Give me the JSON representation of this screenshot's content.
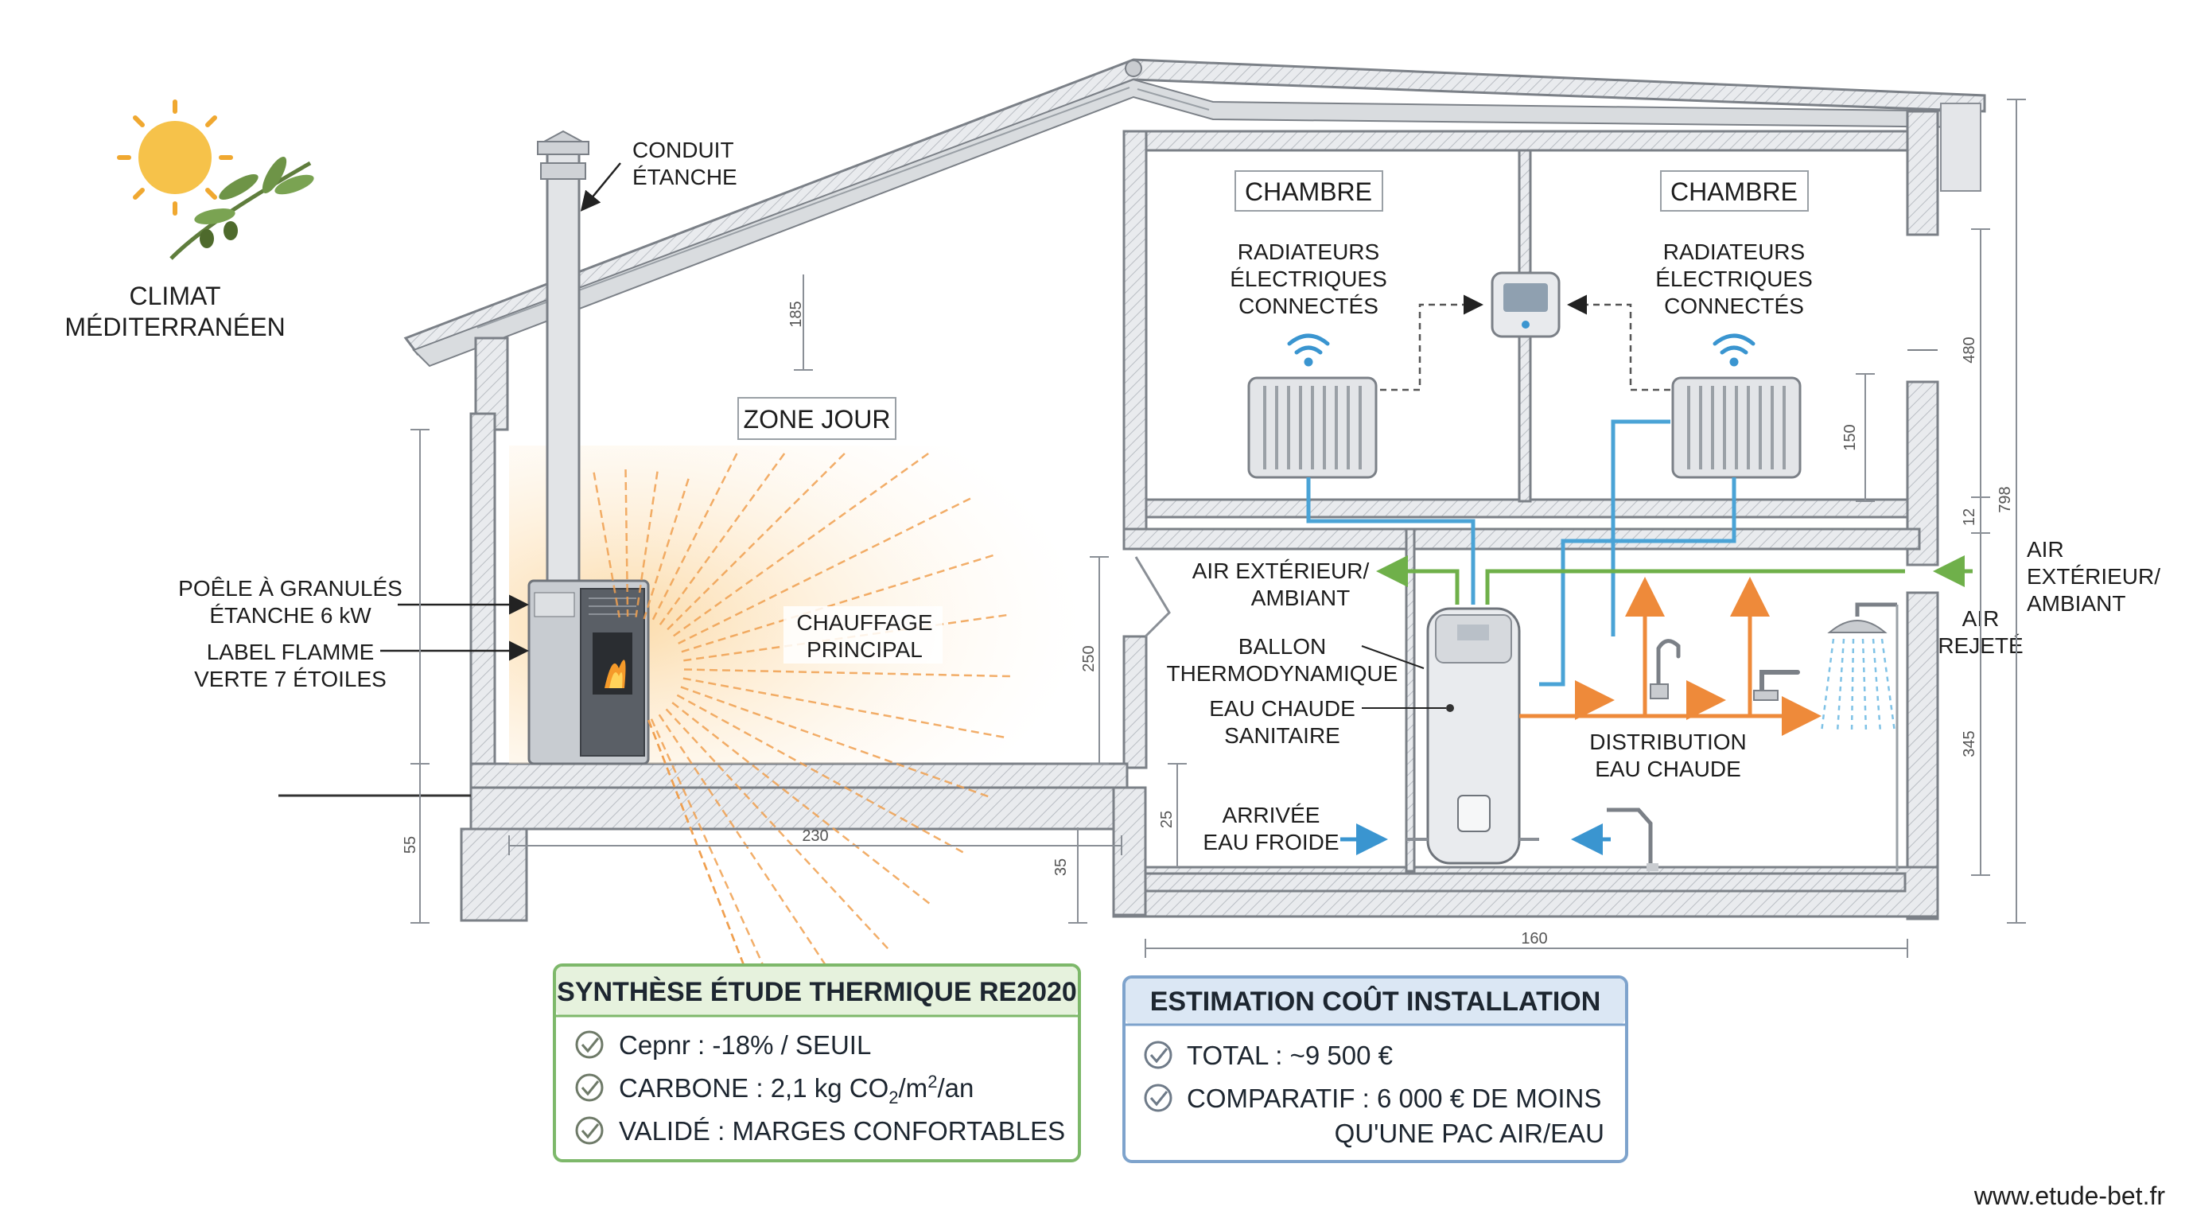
{
  "climate": {
    "line1": "CLIMAT",
    "line2": "MÉDITERRANÉEN"
  },
  "labels": {
    "conduit": [
      "CONDUIT",
      "ÉTANCHE"
    ],
    "zone_jour": "ZONE JOUR",
    "chambre_left": "CHAMBRE",
    "chambre_right": "CHAMBRE",
    "radiateurs_left": [
      "RADIATEURS",
      "ÉLECTRIQUES",
      "CONNECTÉS"
    ],
    "radiateurs_right": [
      "RADIATEURS",
      "ÉLECTRIQUES",
      "CONNECTÉS"
    ],
    "poele": [
      "POÊLE À GRANULÉS",
      "ÉTANCHE 6 kW"
    ],
    "label_flamme": [
      "LABEL FLAMME",
      "VERTE 7 ÉTOILES"
    ],
    "chauffage": [
      "CHAUFFAGE",
      "PRINCIPAL"
    ],
    "air_ext_left": [
      "AIR EXTÉRIEUR/",
      "AMBIANT"
    ],
    "ballon": [
      "BALLON",
      "THERMODYNAMIQUE"
    ],
    "eau_chaude": [
      "EAU CHAUDE",
      "SANITAIRE"
    ],
    "arrivee": [
      "ARRIVÉE",
      "EAU FROIDE"
    ],
    "distribution": [
      "DISTRIBUTION",
      "EAU CHAUDE"
    ],
    "air_ext_right": [
      "AIR",
      "EXTÉRIEUR/",
      "AMBIANT"
    ],
    "air_rejete": [
      "AIR",
      "REJETÉ"
    ]
  },
  "dimensions": {
    "d185": "185",
    "d250": "250",
    "d230": "230",
    "d55": "55",
    "d35": "35",
    "d25": "25",
    "d150": "150",
    "d160": "160",
    "d480": "480",
    "d12": "12",
    "d798": "798",
    "d345": "345"
  },
  "synthese": {
    "title": "SYNTHÈSE ÉTUDE THERMIQUE RE2020",
    "item1": "Cepnr : -18% / SEUIL",
    "item2_pre": "CARBONE : 2,1 kg CO",
    "item2_sub": "2",
    "item2_mid": "/m",
    "item2_sup": "2",
    "item2_post": "/an",
    "item3": "VALIDÉ : MARGES CONFORTABLES"
  },
  "estimation": {
    "title": "ESTIMATION COÛT INSTALLATION",
    "item1": "TOTAL : ~9 500 €",
    "item2_line1": "COMPARATIF : 6 000 € DE MOINS",
    "item2_line2": "QU'UNE PAC AIR/EAU"
  },
  "footer": {
    "url": "www.etude-bet.fr"
  },
  "colors": {
    "wall": "#8a8f96",
    "wall_fill": "#e4e6e9",
    "green_box": "#7db86a",
    "blue_box": "#7ea3cc",
    "orange": "#f0a050",
    "blue_pipe": "#4aa3d6",
    "green_arrow": "#6fb04a"
  }
}
